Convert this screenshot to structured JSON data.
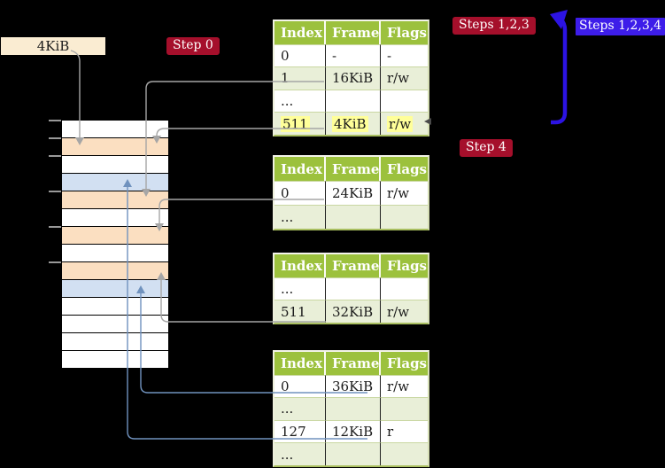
{
  "colors": {
    "olive": "#9cc13d",
    "rowgreen": "#e9efd8",
    "peach": "#fbdfc1",
    "bluerow": "#d2e0f2",
    "cream": "#faecd2",
    "badgered": "#a50f2b",
    "badgeblue": "#3d1de9",
    "thickblue": "#2c13e3",
    "steelblue": "#7092be",
    "grayline": "#a6a6a6",
    "hlyellow": "#ffff99"
  },
  "labels": {
    "frame_size": "4KiB",
    "step0": "Step 0",
    "steps123": "Steps 1,2,3",
    "steps1234": "Steps 1,2,3,4",
    "step4": "Step 4"
  },
  "tables": {
    "level1": {
      "headers": [
        "Index",
        "Frame",
        "Flags"
      ],
      "rows": [
        {
          "index": "0",
          "frame": "-",
          "flags": "-"
        },
        {
          "index": "1",
          "frame": "16KiB",
          "flags": "r/w"
        },
        {
          "index": "...",
          "frame": "",
          "flags": ""
        },
        {
          "index": "511",
          "frame": "4KiB",
          "flags": "r/w"
        }
      ]
    },
    "level2": {
      "headers": [
        "Index",
        "Frame",
        "Flags"
      ],
      "rows": [
        {
          "index": "0",
          "frame": "24KiB",
          "flags": "r/w"
        },
        {
          "index": "...",
          "frame": "",
          "flags": ""
        }
      ]
    },
    "level3": {
      "headers": [
        "Index",
        "Frame",
        "Flags"
      ],
      "rows": [
        {
          "index": "...",
          "frame": "",
          "flags": ""
        },
        {
          "index": "511",
          "frame": "32KiB",
          "flags": "r/w"
        }
      ]
    },
    "level4": {
      "headers": [
        "Index",
        "Frame",
        "Flags"
      ],
      "rows": [
        {
          "index": "0",
          "frame": "36KiB",
          "flags": "r/w"
        },
        {
          "index": "...",
          "frame": "",
          "flags": ""
        },
        {
          "index": "127",
          "frame": "12KiB",
          "flags": "r"
        },
        {
          "index": "...",
          "frame": "",
          "flags": ""
        }
      ]
    }
  },
  "memory": {
    "row_count": 14,
    "peach_frame_rows": [
      1,
      4,
      6,
      8
    ],
    "blue_frame_rows": [
      3,
      9
    ],
    "tick_count": 6
  }
}
